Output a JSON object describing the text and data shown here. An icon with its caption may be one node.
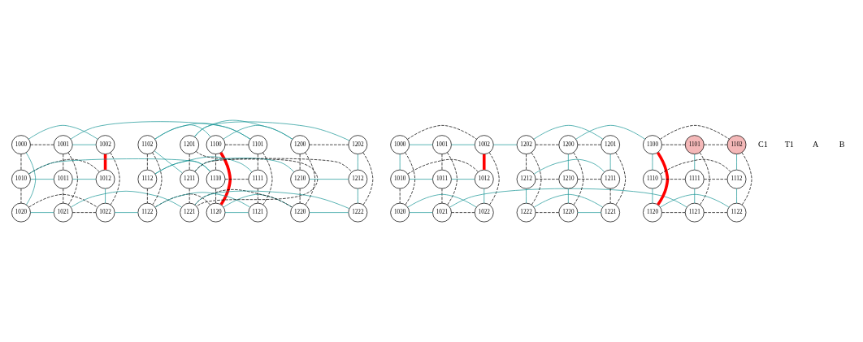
{
  "diagram": {
    "nodes": [
      {
        "text": [
          "1000"
        ]
      },
      {
        "text": [
          "1001"
        ]
      },
      {
        "text": [
          "1002"
        ]
      },
      {
        "text": [
          "1010"
        ]
      },
      {
        "text": [
          "1011"
        ]
      },
      {
        "text": [
          "1012"
        ]
      },
      {
        "text": [
          "1020"
        ]
      },
      {
        "text": [
          "1021"
        ]
      },
      {
        "text": [
          "1022"
        ]
      },
      {
        "text": [
          "1100"
        ]
      },
      {
        "text": [
          "1101"
        ]
      },
      {
        "text": [
          "1102"
        ]
      },
      {
        "text": [
          "1110"
        ]
      },
      {
        "text": [
          "1111"
        ]
      },
      {
        "text": [
          "1112"
        ]
      },
      {
        "text": [
          "1120"
        ]
      },
      {
        "text": [
          "1121"
        ]
      },
      {
        "text": [
          "1122"
        ]
      },
      {
        "text": [
          "1200"
        ]
      },
      {
        "text": [
          "1201"
        ]
      },
      {
        "text": [
          "1202"
        ]
      },
      {
        "text": [
          "1210"
        ]
      },
      {
        "text": [
          "1211"
        ]
      },
      {
        "text": [
          "1212"
        ]
      },
      {
        "text": [
          "1220"
        ]
      },
      {
        "text": [
          "1221"
        ]
      },
      {
        "text": [
          "1222"
        ]
      },
      {
        "text": [
          "1000"
        ]
      },
      {
        "text": [
          "1001"
        ]
      },
      {
        "text": [
          "1002"
        ]
      },
      {
        "text": [
          "1010"
        ]
      },
      {
        "text": [
          "1011"
        ]
      },
      {
        "text": [
          "1012"
        ]
      },
      {
        "text": [
          "1020"
        ]
      },
      {
        "text": [
          "1021"
        ]
      },
      {
        "text": [
          "1022"
        ]
      },
      {
        "text": [
          "1100"
        ]
      },
      {
        "text": [
          "1101"
        ]
      },
      {
        "text": [
          "1102"
        ]
      },
      {
        "text": [
          "1110"
        ]
      },
      {
        "text": [
          "1111"
        ]
      },
      {
        "text": [
          "1112"
        ]
      },
      {
        "text": [
          "1120"
        ]
      },
      {
        "text": [
          "1121"
        ]
      },
      {
        "text": [
          "1122"
        ]
      },
      {
        "text": [
          "1200"
        ]
      },
      {
        "text": [
          "1201"
        ]
      },
      {
        "text": [
          "1202"
        ]
      },
      {
        "text": [
          "1210"
        ]
      },
      {
        "text": [
          "1211"
        ]
      },
      {
        "text": [
          "1212"
        ]
      },
      {
        "text": [
          "1220"
        ]
      },
      {
        "text": [
          "1221"
        ]
      },
      {
        "text": [
          "1222"
        ]
      }
    ],
    "edges": [
      {
        "from": 0,
        "to": 1,
        "arrow": "none",
        "style": "dashed"
      },
      {
        "from": 1,
        "to": 2,
        "arrow": "none",
        "color": "#1a9696"
      },
      {
        "from": 0,
        "to": 2,
        "arrow": "none",
        "color": "#1a9696"
      },
      {
        "from": 3,
        "to": 4,
        "arrow": "none",
        "color": "#1a9696"
      },
      {
        "from": 4,
        "to": 5,
        "arrow": "none",
        "color": "#1a9696"
      },
      {
        "from": 3,
        "to": 5,
        "arrow": "none",
        "style": "dashed"
      },
      {
        "from": 6,
        "to": 7,
        "arrow": "none",
        "color": "#1a9696"
      },
      {
        "from": 7,
        "to": 8,
        "arrow": "none",
        "style": "dashed"
      },
      {
        "from": 6,
        "to": 8,
        "arrow": "none",
        "style": "dashed"
      },
      {
        "from": 0,
        "to": 3,
        "arrow": "none",
        "style": "dashed"
      },
      {
        "from": 3,
        "to": 6,
        "arrow": "none",
        "style": "dashed"
      },
      {
        "from": 0,
        "to": 6,
        "arrow": "none",
        "color": "#1a9696"
      },
      {
        "from": 1,
        "to": 4,
        "arrow": "none",
        "style": "dashed"
      },
      {
        "from": 4,
        "to": 7,
        "arrow": "none",
        "style": "dashed"
      },
      {
        "from": 1,
        "to": 7,
        "arrow": "none",
        "style": "dashed"
      },
      {
        "from": 2,
        "to": 5,
        "arrow": "none",
        "style": "thick",
        "color": "#ff0000"
      },
      {
        "from": 5,
        "to": 8,
        "arrow": "none",
        "color": "#1a9696"
      },
      {
        "from": 2,
        "to": 8,
        "arrow": "none",
        "style": "dashed"
      },
      {
        "from": 9,
        "to": 10,
        "arrow": "none",
        "style": "dashed"
      },
      {
        "from": 10,
        "to": 11,
        "arrow": "none",
        "color": "#1a9696"
      },
      {
        "from": 9,
        "to": 11,
        "arrow": "none",
        "color": "#1a9696"
      },
      {
        "from": 12,
        "to": 13,
        "arrow": "none",
        "style": "dashed"
      },
      {
        "from": 13,
        "to": 14,
        "arrow": "none",
        "color": "#1a9696"
      },
      {
        "from": 12,
        "to": 14,
        "arrow": "none",
        "color": "#1a9696"
      },
      {
        "from": 15,
        "to": 16,
        "arrow": "none",
        "color": "#1a9696"
      },
      {
        "from": 16,
        "to": 17,
        "arrow": "none",
        "color": "#1a9696"
      },
      {
        "from": 15,
        "to": 17,
        "arrow": "none",
        "style": "dashed"
      },
      {
        "from": 9,
        "to": 12,
        "arrow": "none",
        "style": "dashed"
      },
      {
        "from": 12,
        "to": 15,
        "arrow": "none",
        "style": "dashed"
      },
      {
        "from": 9,
        "to": 15,
        "arrow": "none",
        "style": "thick",
        "color": "#ff0000"
      },
      {
        "from": 10,
        "to": 13,
        "arrow": "none",
        "style": "dashed"
      },
      {
        "from": 13,
        "to": 16,
        "arrow": "none",
        "style": "dashed"
      },
      {
        "from": 10,
        "to": 16,
        "arrow": "none",
        "style": "dashed"
      },
      {
        "from": 11,
        "to": 14,
        "arrow": "none",
        "style": "dashed"
      },
      {
        "from": 14,
        "to": 17,
        "arrow": "none",
        "style": "dashed"
      },
      {
        "from": 11,
        "to": 17,
        "arrow": "none",
        "style": "dashed"
      },
      {
        "from": 18,
        "to": 19,
        "arrow": "none",
        "color": "#1a9696"
      },
      {
        "from": 19,
        "to": 20,
        "arrow": "none",
        "color": "#1a9696"
      },
      {
        "from": 18,
        "to": 20,
        "arrow": "none",
        "style": "dashed"
      },
      {
        "from": 21,
        "to": 22,
        "arrow": "none",
        "color": "#1a9696"
      },
      {
        "from": 22,
        "to": 23,
        "arrow": "none",
        "style": "dashed"
      },
      {
        "from": 21,
        "to": 23,
        "arrow": "none",
        "color": "#1a9696"
      },
      {
        "from": 24,
        "to": 25,
        "arrow": "none",
        "style": "dashed"
      },
      {
        "from": 25,
        "to": 26,
        "arrow": "none",
        "color": "#1a9696"
      },
      {
        "from": 24,
        "to": 26,
        "arrow": "none",
        "color": "#1a9696"
      },
      {
        "from": 18,
        "to": 21,
        "arrow": "none",
        "style": "dashed"
      },
      {
        "from": 21,
        "to": 24,
        "arrow": "none",
        "style": "dashed"
      },
      {
        "from": 18,
        "to": 24,
        "arrow": "none",
        "style": "dashed"
      },
      {
        "from": 19,
        "to": 22,
        "arrow": "none",
        "style": "dashed"
      },
      {
        "from": 22,
        "to": 25,
        "arrow": "none",
        "style": "dashed"
      },
      {
        "from": 19,
        "to": 25,
        "arrow": "none",
        "style": "dashed"
      },
      {
        "from": 20,
        "to": 23,
        "arrow": "none",
        "color": "#1a9696"
      },
      {
        "from": 23,
        "to": 26,
        "arrow": "none",
        "color": "#1a9696"
      },
      {
        "from": 20,
        "to": 26,
        "arrow": "none",
        "style": "dashed"
      },
      {
        "from": 1,
        "to": 10,
        "arrow": "none",
        "color": "#1a9696"
      },
      {
        "from": 3,
        "to": 12,
        "arrow": "none",
        "color": "#1a9696"
      },
      {
        "from": 7,
        "to": 25,
        "arrow": "none",
        "color": "#1a9696"
      },
      {
        "from": 8,
        "to": 17,
        "arrow": "none",
        "color": "#1a9696"
      },
      {
        "from": 9,
        "to": 18,
        "arrow": "none",
        "color": "#1a9696"
      },
      {
        "from": 15,
        "to": 24,
        "arrow": "none",
        "color": "#1a9696"
      },
      {
        "from": 22,
        "to": 11,
        "arrow": "none",
        "color": "#1a9696"
      },
      {
        "from": 27,
        "to": 28,
        "arrow": "none",
        "color": "#1a9696"
      },
      {
        "from": 28,
        "to": 29,
        "arrow": "none",
        "color": "#1a9696"
      },
      {
        "from": 27,
        "to": 29,
        "arrow": "none",
        "style": "dashed"
      },
      {
        "from": 30,
        "to": 31,
        "arrow": "none",
        "color": "#1a9696"
      },
      {
        "from": 31,
        "to": 32,
        "arrow": "none",
        "color": "#1a9696"
      },
      {
        "from": 30,
        "to": 32,
        "arrow": "none",
        "style": "dashed"
      },
      {
        "from": 33,
        "to": 34,
        "arrow": "none",
        "color": "#1a9696"
      },
      {
        "from": 34,
        "to": 35,
        "arrow": "none",
        "style": "dashed"
      },
      {
        "from": 33,
        "to": 35,
        "arrow": "none",
        "color": "#1a9696"
      },
      {
        "from": 27,
        "to": 30,
        "arrow": "none",
        "color": "#1a9696"
      },
      {
        "from": 30,
        "to": 33,
        "arrow": "none",
        "style": "dashed"
      },
      {
        "from": 27,
        "to": 33,
        "arrow": "none",
        "style": "dashed"
      },
      {
        "from": 28,
        "to": 31,
        "arrow": "none",
        "style": "dashed"
      },
      {
        "from": 31,
        "to": 34,
        "arrow": "none",
        "style": "dashed"
      },
      {
        "from": 28,
        "to": 34,
        "arrow": "none",
        "style": "dashed"
      },
      {
        "from": 29,
        "to": 32,
        "arrow": "none",
        "style": "thick",
        "color": "#ff0000"
      },
      {
        "from": 32,
        "to": 35,
        "arrow": "none",
        "color": "#1a9696"
      },
      {
        "from": 29,
        "to": 35,
        "arrow": "none",
        "style": "dashed"
      },
      {
        "from": 36,
        "to": 37,
        "arrow": "none",
        "style": "dashed"
      },
      {
        "from": 37,
        "to": 38,
        "arrow": "none",
        "style": "dashed"
      },
      {
        "from": 36,
        "to": 38,
        "arrow": "none",
        "style": "dashed"
      },
      {
        "from": 39,
        "to": 40,
        "arrow": "none",
        "style": "dashed"
      },
      {
        "from": 40,
        "to": 41,
        "arrow": "none",
        "style": "dashed"
      },
      {
        "from": 39,
        "to": 41,
        "arrow": "none",
        "style": "dashed"
      },
      {
        "from": 42,
        "to": 43,
        "arrow": "none",
        "style": "dashed"
      },
      {
        "from": 43,
        "to": 44,
        "arrow": "none",
        "style": "dashed"
      },
      {
        "from": 42,
        "to": 44,
        "arrow": "none",
        "color": "#1a9696"
      },
      {
        "from": 36,
        "to": 39,
        "arrow": "none",
        "color": "#1a9696"
      },
      {
        "from": 39,
        "to": 42,
        "arrow": "none",
        "color": "#1a9696"
      },
      {
        "from": 36,
        "to": 42,
        "arrow": "none",
        "style": "thick",
        "color": "#ff0000"
      },
      {
        "from": 37,
        "to": 40,
        "arrow": "none",
        "color": "#1a9696"
      },
      {
        "from": 40,
        "to": 43,
        "arrow": "none",
        "color": "#1a9696"
      },
      {
        "from": 37,
        "to": 43,
        "arrow": "none",
        "style": "dashed"
      },
      {
        "from": 38,
        "to": 41,
        "arrow": "none",
        "color": "#1a9696"
      },
      {
        "from": 41,
        "to": 44,
        "arrow": "none",
        "color": "#1a9696"
      },
      {
        "from": 38,
        "to": 44,
        "arrow": "none",
        "style": "dashed"
      },
      {
        "from": 45,
        "to": 46,
        "arrow": "none",
        "style": "dashed"
      },
      {
        "from": 46,
        "to": 47,
        "arrow": "none",
        "color": "#1a9696"
      },
      {
        "from": 45,
        "to": 47,
        "arrow": "none",
        "style": "dashed"
      },
      {
        "from": 48,
        "to": 49,
        "arrow": "none",
        "style": "dashed"
      },
      {
        "from": 49,
        "to": 50,
        "arrow": "none",
        "color": "#1a9696"
      },
      {
        "from": 48,
        "to": 50,
        "arrow": "none",
        "style": "dashed"
      },
      {
        "from": 51,
        "to": 52,
        "arrow": "none",
        "color": "#1a9696"
      },
      {
        "from": 52,
        "to": 53,
        "arrow": "none",
        "color": "#1a9696"
      },
      {
        "from": 51,
        "to": 53,
        "arrow": "none",
        "style": "dashed"
      },
      {
        "from": 45,
        "to": 48,
        "arrow": "none",
        "color": "#1a9696"
      },
      {
        "from": 48,
        "to": 51,
        "arrow": "none",
        "color": "#1a9696"
      },
      {
        "from": 45,
        "to": 51,
        "arrow": "none",
        "style": "dashed"
      },
      {
        "from": 46,
        "to": 49,
        "arrow": "none",
        "color": "#1a9696"
      },
      {
        "from": 49,
        "to": 52,
        "arrow": "none",
        "style": "dashed"
      },
      {
        "from": 46,
        "to": 52,
        "arrow": "none",
        "style": "dashed"
      },
      {
        "from": 47,
        "to": 50,
        "arrow": "none",
        "style": "dashed"
      },
      {
        "from": 50,
        "to": 53,
        "arrow": "none",
        "color": "#1a9696"
      },
      {
        "from": 47,
        "to": 53,
        "arrow": "none",
        "style": "dashed"
      },
      {
        "from": 29,
        "to": 47,
        "arrow": "none",
        "color": "#1a9696"
      },
      {
        "from": 34,
        "to": 43,
        "arrow": "none",
        "color": "#1a9696"
      },
      {
        "from": 36,
        "to": 45,
        "arrow": "none",
        "color": "#1a9696"
      }
    ],
    "labels": [
      "C1",
      "T1",
      "A",
      "B"
    ]
  }
}
